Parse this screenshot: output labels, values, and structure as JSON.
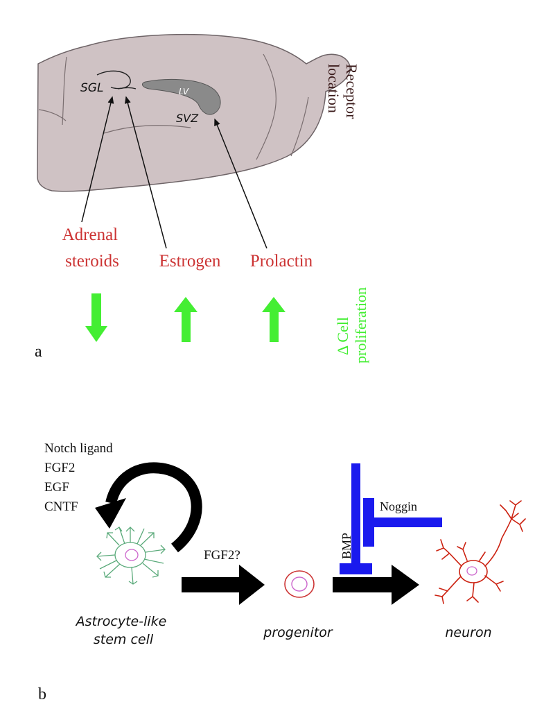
{
  "panel_a": {
    "panel_label": "a",
    "regions": {
      "sgl": "SGL",
      "lv": "LV",
      "svz": "SVZ"
    },
    "receptor_label_line1": "Receptor",
    "receptor_label_line2": "location",
    "hormones": {
      "adrenal_line1": "Adrenal",
      "adrenal_line2": "steroids",
      "estrogen": "Estrogen",
      "prolactin": "Prolactin"
    },
    "cell_prolif_line1": "Δ Cell",
    "cell_prolif_line2": "proliferation",
    "effects": [
      "down",
      "up",
      "up"
    ],
    "colors": {
      "hormone": "#cc3333",
      "effect": "#44ee33",
      "brain": "#cfc2c4",
      "lv": "#8a8a8a"
    }
  },
  "panel_b": {
    "panel_label": "b",
    "factors": [
      "Notch ligand",
      "FGF2",
      "EGF",
      "CNTF"
    ],
    "fgf2_question": "FGF2?",
    "bmp": "BMP",
    "noggin": "Noggin",
    "stem_cell_line1": "Astrocyte-like",
    "stem_cell_line2": "stem cell",
    "progenitor": "progenitor",
    "neuron": "neuron",
    "colors": {
      "inhibitor": "#1a1aee",
      "stem_cell": "#5aaa7a",
      "neuron": "#cc2211",
      "progenitor_ring": "#cc3333",
      "nucleus": "#cc66cc"
    }
  }
}
